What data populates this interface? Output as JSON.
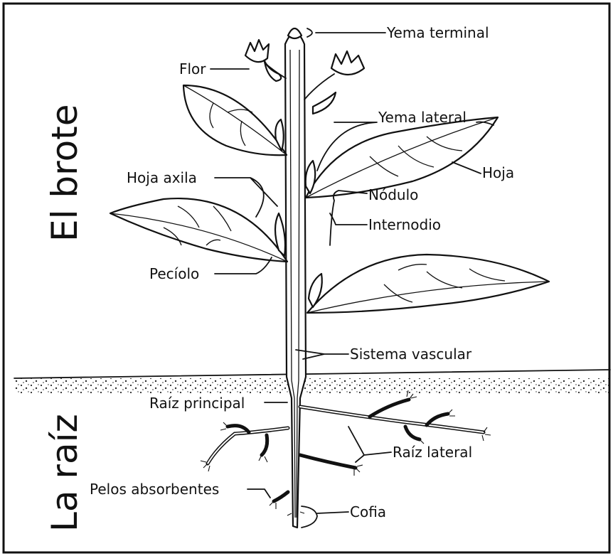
{
  "side_labels": {
    "shoot": "El brote",
    "root": "La raíz"
  },
  "labels": {
    "yema_terminal": "Yema terminal",
    "flor": "Flor",
    "yema_lateral": "Yema lateral",
    "hoja_axila": "Hoja axila",
    "hoja": "Hoja",
    "nodulo": "Nódulo",
    "internodio": "Internodio",
    "peciolo": "Pecíolo",
    "sistema_vascular": "Sistema vascular",
    "raiz_principal": "Raíz principal",
    "raiz_lateral": "Raíz lateral",
    "pelos_absorbentes": "Pelos absorbentes",
    "cofia": "Cofia"
  },
  "colors": {
    "ink": "#111111",
    "background": "#ffffff"
  }
}
